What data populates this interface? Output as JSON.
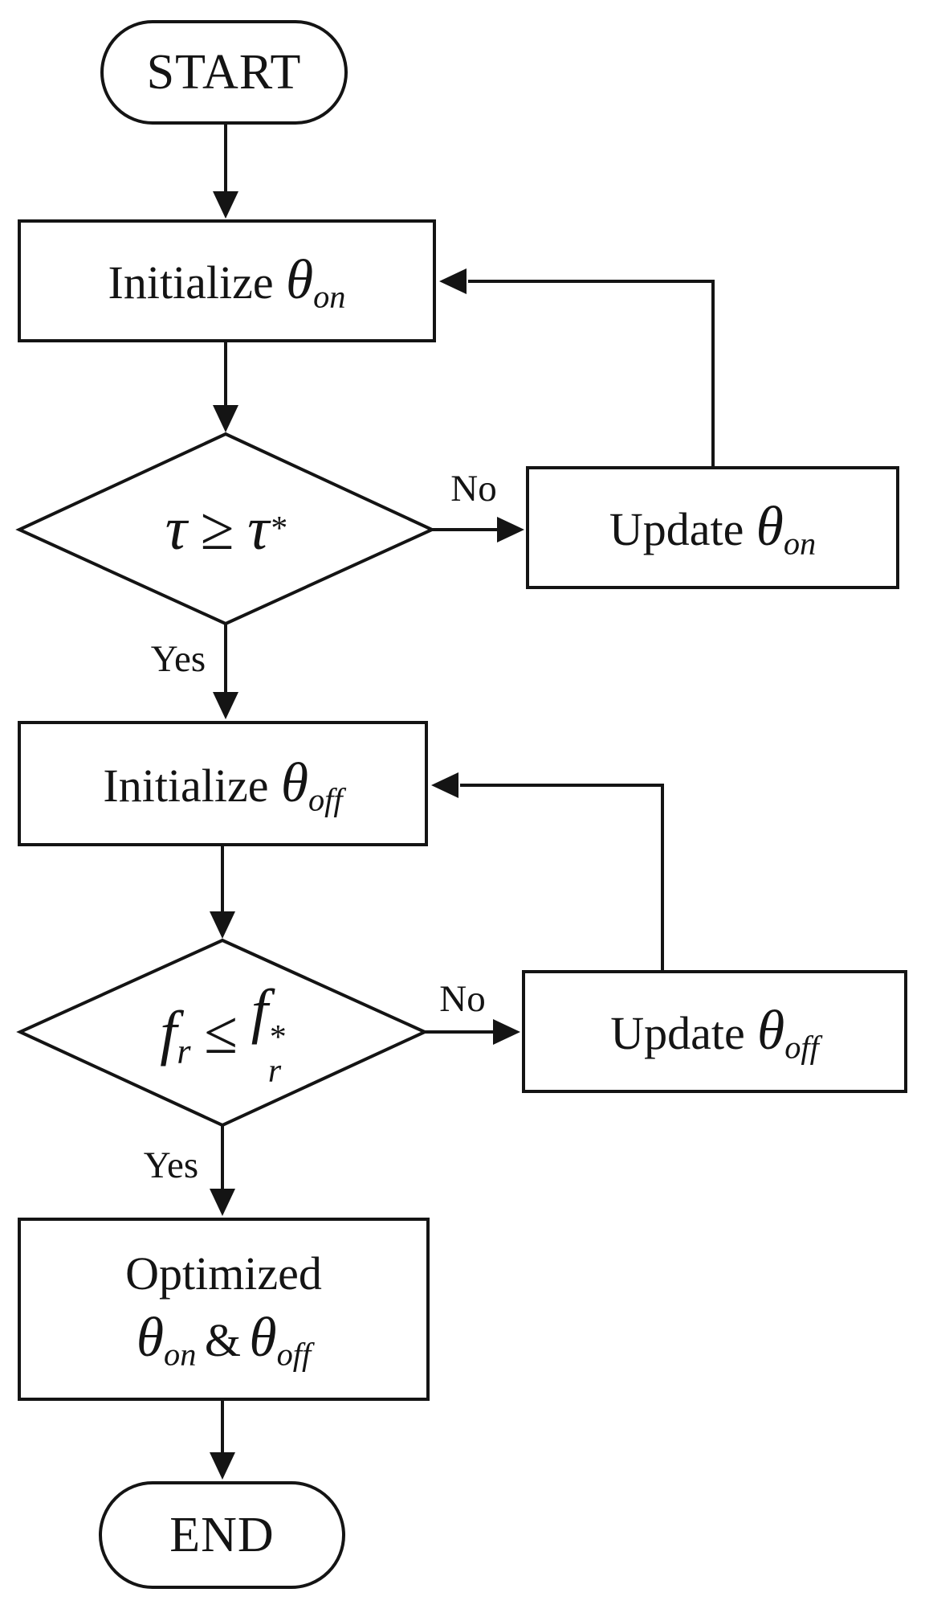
{
  "canvas": {
    "background": "#ffffff",
    "line_color": "#141414"
  },
  "nodes": {
    "start": {
      "label": "START"
    },
    "init_on": {
      "prefix": "Initialize",
      "symbol": "θ",
      "subscript": "on"
    },
    "decision_tau": {
      "lhs": "τ",
      "operator": "≥",
      "rhs": "τ",
      "rhs_sup": "*"
    },
    "update_on": {
      "prefix": "Update",
      "symbol": "θ",
      "subscript": "on"
    },
    "init_off": {
      "prefix": "Initialize",
      "symbol": "θ",
      "subscript": "off"
    },
    "decision_fr": {
      "lhs": "f",
      "lhs_sub": "r",
      "operator": "≤",
      "rhs": "f",
      "rhs_sub": "r",
      "rhs_sup": "*"
    },
    "update_off": {
      "prefix": "Update",
      "symbol": "θ",
      "subscript": "off"
    },
    "optimized": {
      "line1": "Optimized",
      "sym_on": "θ",
      "sub_on": "on",
      "joiner": "&",
      "sym_off": "θ",
      "sub_off": "off"
    },
    "end": {
      "label": "END"
    }
  },
  "edge_labels": {
    "tau_no": "No",
    "tau_yes": "Yes",
    "fr_no": "No",
    "fr_yes": "Yes"
  }
}
